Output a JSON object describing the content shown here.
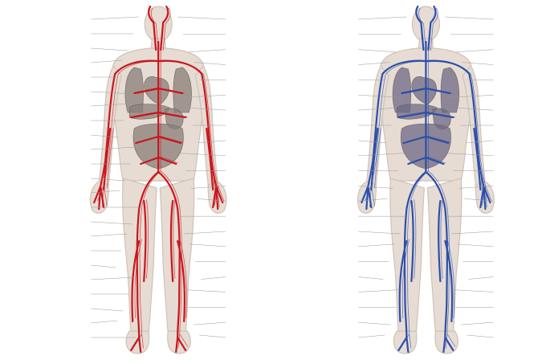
{
  "colors": {
    "background": "#ffffff",
    "skin": "#e6dcd4",
    "skin_shade": "#cfc2b8",
    "artery": "#c8161d",
    "vein": "#2d4fa8",
    "organ": "#8a7f78",
    "organ_veins": "#6f6a86",
    "label": "#444444",
    "leader": "#9a9a9a"
  },
  "figures": [
    {
      "id": "arteries",
      "vessel": "artery",
      "center_x_fraction": 0.29
    },
    {
      "id": "veins",
      "vessel": "vein",
      "center_x_fraction": 0.78
    }
  ],
  "labels": {
    "arteries": {
      "left": [
        "",
        "",
        "",
        "",
        "",
        "",
        "",
        "",
        "",
        "",
        "",
        "",
        "",
        "",
        "",
        "",
        "",
        "",
        "",
        "",
        "",
        "",
        ""
      ],
      "right": [
        "",
        "",
        "",
        "",
        "",
        "",
        "",
        "",
        "",
        "",
        "",
        "",
        "",
        "",
        "",
        "",
        "",
        "",
        "",
        "",
        "",
        ""
      ]
    },
    "veins": {
      "left": [
        "",
        "",
        "",
        "",
        "",
        "",
        "",
        "",
        "",
        "",
        "",
        "",
        "",
        "",
        "",
        "",
        "",
        "",
        "",
        "",
        "",
        ""
      ],
      "right": [
        "",
        "",
        "",
        "",
        "",
        "",
        "",
        "",
        "",
        "",
        "",
        "",
        "",
        "",
        "",
        "",
        "",
        "",
        "",
        "",
        "",
        ""
      ]
    }
  }
}
